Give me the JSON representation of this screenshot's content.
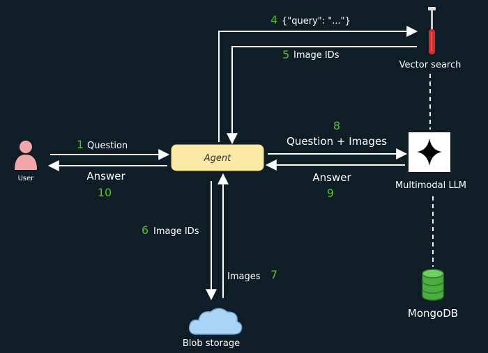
{
  "nodes": {
    "user": "User",
    "agent": "Agent",
    "vector_search": "Vector search",
    "llm": "Multimodal LLM",
    "mongodb": "MongoDB",
    "blob": "Blob storage"
  },
  "edges": {
    "e1": {
      "num": "1",
      "label": "Question"
    },
    "e10": {
      "num": "10",
      "label": "Answer"
    },
    "e4": {
      "num": "4",
      "label": "{\"query\": \"...\"}"
    },
    "e5": {
      "num": "5",
      "label": "Image IDs"
    },
    "e8": {
      "num": "8",
      "label": "Question + Images"
    },
    "e9": {
      "num": "9",
      "label": "Answer"
    },
    "e6": {
      "num": "6",
      "label": "Image IDs"
    },
    "e7": {
      "num": "7",
      "label": "Images"
    }
  },
  "colors": {
    "background": "#0f1d26",
    "agent_fill": "#fbe9a6",
    "step_number": "#52c41a",
    "user_fill": "#f4a7a9",
    "mongodb_fill": "#4cad3f",
    "blob_fill": "#a9d4f5"
  },
  "icons": {
    "user": "person-icon",
    "vector_search": "screwdriver-icon",
    "llm": "sparkle-icon",
    "mongodb": "database-icon",
    "blob": "cloud-icon"
  }
}
